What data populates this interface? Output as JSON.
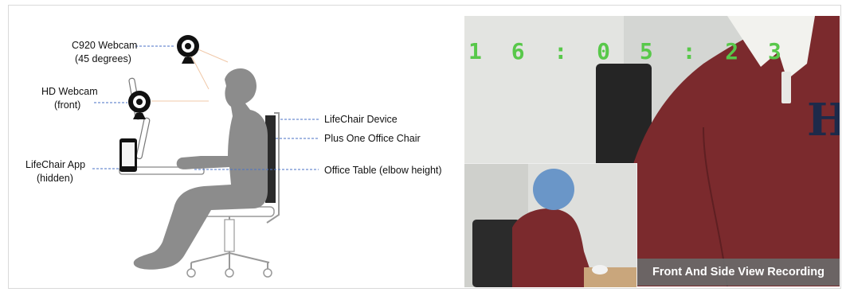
{
  "diagram": {
    "labels": {
      "c920_webcam": "C920 Webcam",
      "c920_angle": "(45 degrees)",
      "hd_webcam": "HD Webcam",
      "hd_webcam_position": "(front)",
      "lifechair_app": "LifeChair App",
      "lifechair_app_state": "(hidden)",
      "lifechair_device": "LifeChair Device",
      "office_chair": "Plus One Office Chair",
      "office_table": "Office Table (elbow height)"
    }
  },
  "recording": {
    "timestamp": "1 6 : 0 5 : 2 3",
    "caption": "Front And Side View Recording"
  },
  "colors": {
    "silhouette": "#8c8c8c",
    "leader_line": "#4a72c4",
    "camera_ray": "#f0c8a8",
    "sweater": "#7b2a2d",
    "clock_digits": "#58c84a",
    "caption_bg": "#696969"
  }
}
